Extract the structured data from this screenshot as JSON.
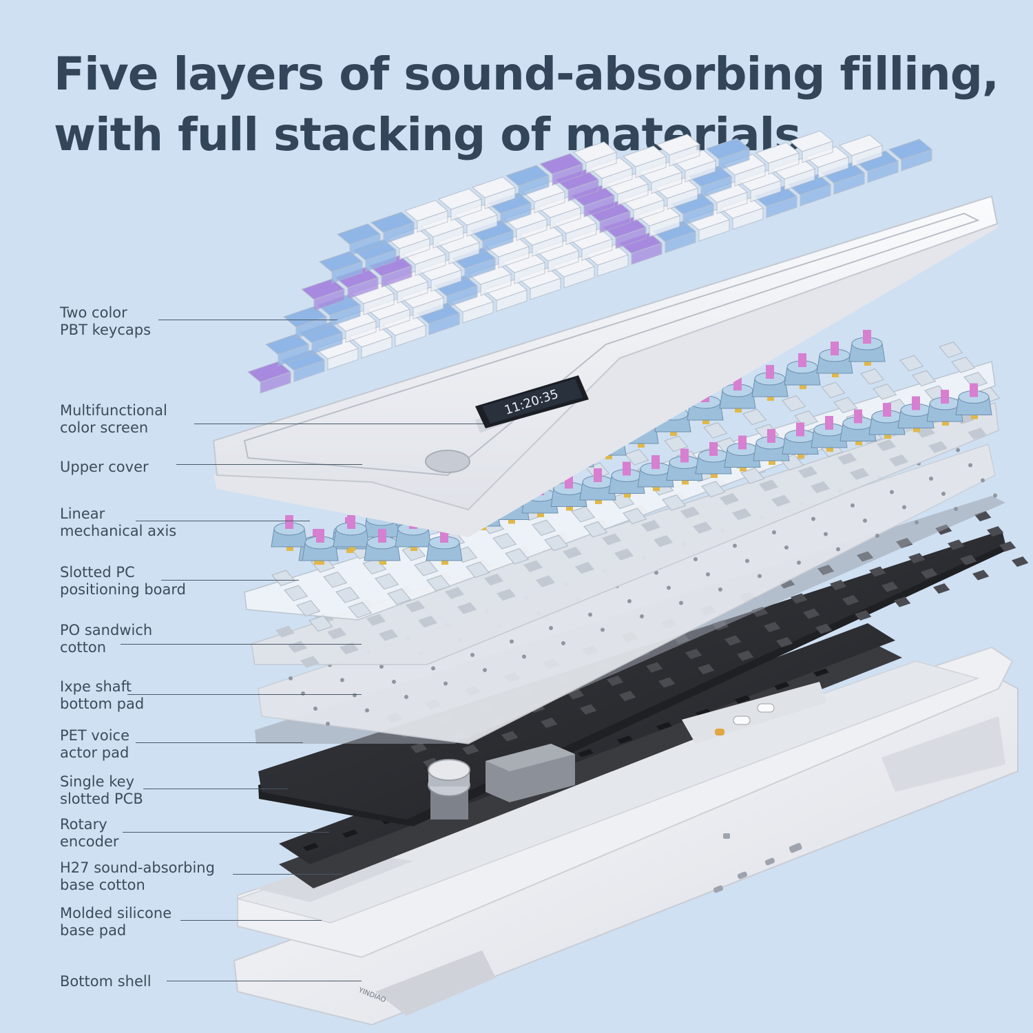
{
  "headline": {
    "line1": "Five layers of sound-absorbing filling,",
    "line2": "with full stacking of materials"
  },
  "callouts": [
    {
      "line1": "Two color",
      "line2": "PBT keycaps"
    },
    {
      "line1": "Multifunctional",
      "line2": "color screen"
    },
    {
      "line1": "Upper cover",
      "line2": ""
    },
    {
      "line1": "Linear",
      "line2": "mechanical axis"
    },
    {
      "line1": "Slotted PC",
      "line2": "positioning board"
    },
    {
      "line1": "PO sandwich",
      "line2": "cotton"
    },
    {
      "line1": "Ixpe shaft",
      "line2": "bottom pad"
    },
    {
      "line1": "PET voice",
      "line2": "actor pad"
    },
    {
      "line1": "Single key",
      "line2": "slotted PCB"
    },
    {
      "line1": "Rotary",
      "line2": "encoder"
    },
    {
      "line1": "H27 sound-absorbing",
      "line2": "base cotton"
    },
    {
      "line1": "Molded silicone",
      "line2": "base pad"
    },
    {
      "line1": "Bottom shell",
      "line2": ""
    }
  ],
  "screen_time": "11:20:35",
  "brand_mark": "YINDIAO",
  "colors": {
    "background": "#cfe0f2",
    "headline": "#334659",
    "keycap_white": "#f3f4f8",
    "keycap_blue": "#8fb6e6",
    "keycap_purple": "#a78ae0",
    "switch_housing": "#9cc0dc",
    "switch_stem": "#d77fd0",
    "pcb": "#2e2f33",
    "plate": "#e9edf3",
    "shell": "#f2f3f6"
  }
}
